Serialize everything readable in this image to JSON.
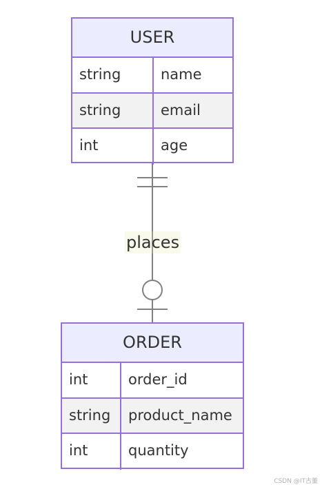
{
  "diagram": {
    "entities": [
      {
        "name": "USER",
        "attributes": [
          {
            "type": "string",
            "name": "name"
          },
          {
            "type": "string",
            "name": "email"
          },
          {
            "type": "int",
            "name": "age"
          }
        ]
      },
      {
        "name": "ORDER",
        "attributes": [
          {
            "type": "int",
            "name": "order_id"
          },
          {
            "type": "string",
            "name": "product_name"
          },
          {
            "type": "int",
            "name": "quantity"
          }
        ]
      }
    ],
    "relationship": {
      "from": "USER",
      "to": "ORDER",
      "label": "places",
      "from_cardinality": "exactly-one",
      "to_cardinality": "zero-or-one"
    }
  },
  "watermark": "CSDN @IT古董",
  "colors": {
    "border": "#9370DB",
    "header_fill": "#ECECFF",
    "alt_row_fill": "#F2F2F2",
    "line": "#808080"
  }
}
